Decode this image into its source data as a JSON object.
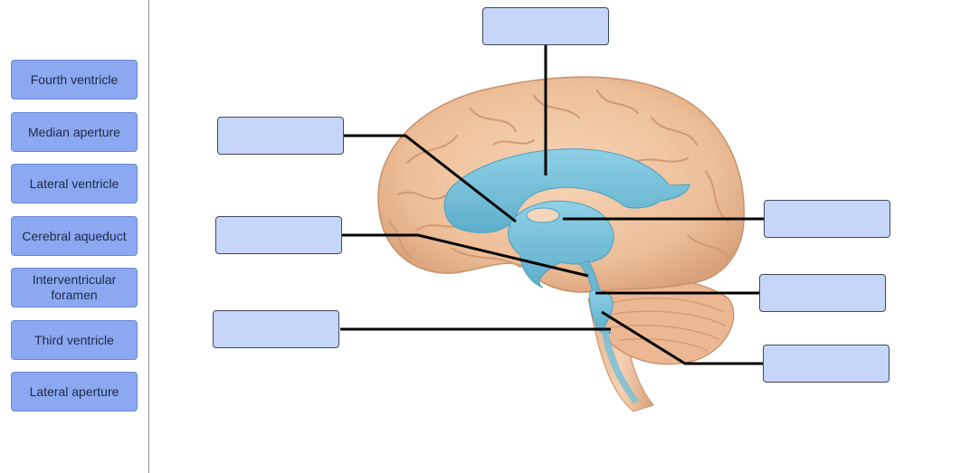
{
  "label_bank": [
    {
      "label": "Fourth ventricle"
    },
    {
      "label": "Median aperture"
    },
    {
      "label": "Lateral ventricle"
    },
    {
      "label": "Cerebral aqueduct"
    },
    {
      "label": "Interventricular foramen"
    },
    {
      "label": "Third ventricle"
    },
    {
      "label": "Lateral aperture"
    }
  ],
  "drop_targets": [
    {
      "value": ""
    },
    {
      "value": ""
    },
    {
      "value": ""
    },
    {
      "value": ""
    },
    {
      "value": ""
    },
    {
      "value": ""
    },
    {
      "value": ""
    }
  ],
  "colors": {
    "chip": "#8ca8f0",
    "target": "#c6d6f8",
    "brain": "#efc2a0",
    "ventricles": "#79bfd8",
    "leader": "#000000"
  }
}
